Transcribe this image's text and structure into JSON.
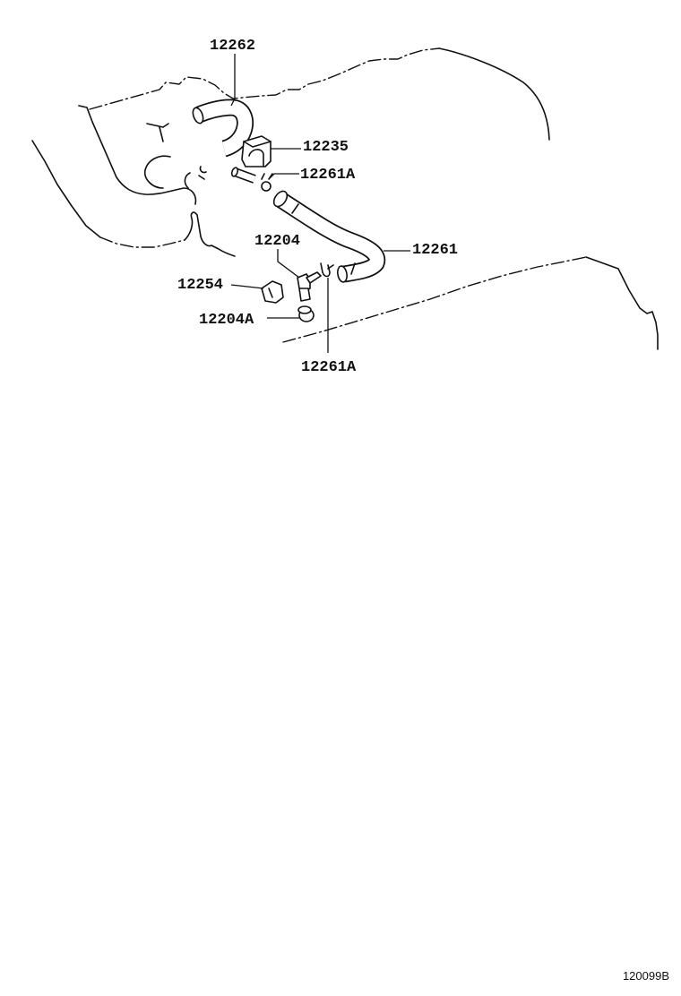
{
  "callouts": {
    "part_12262": "12262",
    "part_12235": "12235",
    "part_12261A_upper": "12261A",
    "part_12261": "12261",
    "part_12204": "12204",
    "part_12254": "12254",
    "part_12204A": "12204A",
    "part_12261A_lower": "12261A"
  },
  "diagram_ref": "120099B"
}
